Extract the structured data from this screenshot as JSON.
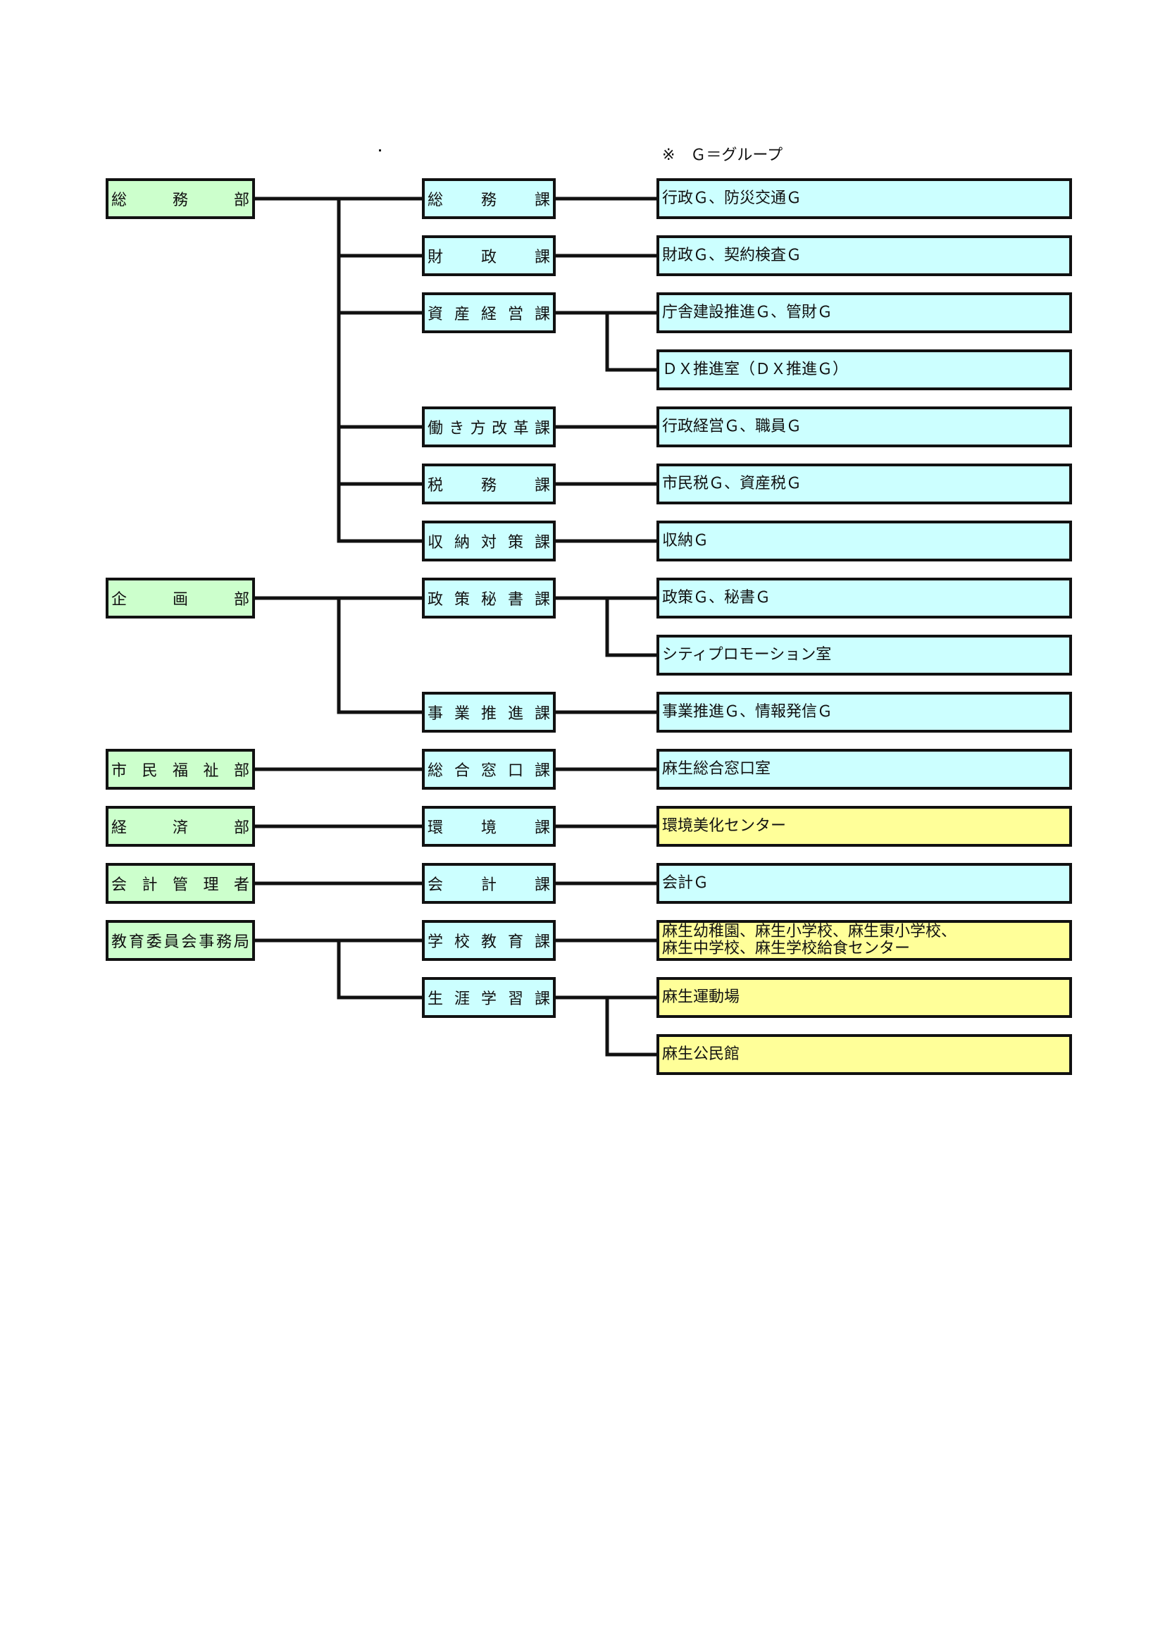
{
  "note": "※　Ｇ＝グループ",
  "departments": [
    {
      "label": "総務部"
    },
    {
      "label": "企画部"
    },
    {
      "label": "市民福祉部"
    },
    {
      "label": "経済部"
    },
    {
      "label": "会計管理者"
    },
    {
      "label": "教育委員会事務局"
    }
  ],
  "sections": [
    {
      "label": "総務課"
    },
    {
      "label": "財政課"
    },
    {
      "label": "資産経営課"
    },
    {
      "label": "働き方改革課"
    },
    {
      "label": "税務課"
    },
    {
      "label": "収納対策課"
    },
    {
      "label": "政策秘書課"
    },
    {
      "label": "事業推進課"
    },
    {
      "label": "総合窓口課"
    },
    {
      "label": "環境課"
    },
    {
      "label": "会計課"
    },
    {
      "label": "学校教育課"
    },
    {
      "label": "生涯学習課"
    }
  ],
  "groups": [
    {
      "label": "行政Ｇ、防災交通Ｇ"
    },
    {
      "label": "財政Ｇ、契約検査Ｇ"
    },
    {
      "label": "庁舎建設推進Ｇ、管財Ｇ"
    },
    {
      "label": "ＤＸ推進室（ＤＸ推進Ｇ）"
    },
    {
      "label": "行政経営Ｇ、職員Ｇ"
    },
    {
      "label": "市民税Ｇ、資産税Ｇ"
    },
    {
      "label": "収納Ｇ"
    },
    {
      "label": "政策Ｇ、秘書Ｇ"
    },
    {
      "label": "シティプロモーション室"
    },
    {
      "label": "事業推進Ｇ、情報発信Ｇ"
    },
    {
      "label": "麻生総合窓口室"
    },
    {
      "label": "環境美化センター"
    },
    {
      "label": "会計Ｇ"
    },
    {
      "label": "麻生幼稚園、麻生小学校、麻生東小学校、\n麻生中学校、麻生学校給食センター"
    },
    {
      "label": "麻生運動場"
    },
    {
      "label": "麻生公民館"
    }
  ],
  "colors": {
    "department_fill": "#ccffcc",
    "section_fill": "#ccffff",
    "group_fill": "#ccffff",
    "facility_fill": "#ffff99",
    "line": "#111111"
  }
}
